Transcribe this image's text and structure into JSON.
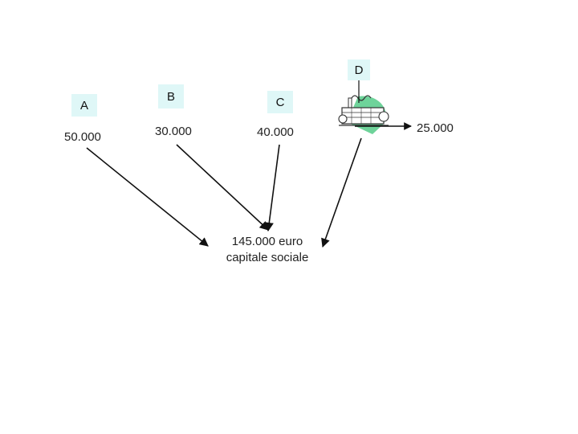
{
  "partners": [
    {
      "label": "A",
      "amount": "50.000"
    },
    {
      "label": "B",
      "amount": "30.000"
    },
    {
      "label": "C",
      "amount": "40.000"
    },
    {
      "label": "D",
      "amount": "25.000"
    }
  ],
  "result": {
    "line1": "145.000 euro",
    "line2": "capitale sociale"
  },
  "colors": {
    "label_bg": "#dff7f7",
    "factory_green": "#6ed39a",
    "arrow": "#111111"
  },
  "icons": [
    "factory-icon"
  ]
}
